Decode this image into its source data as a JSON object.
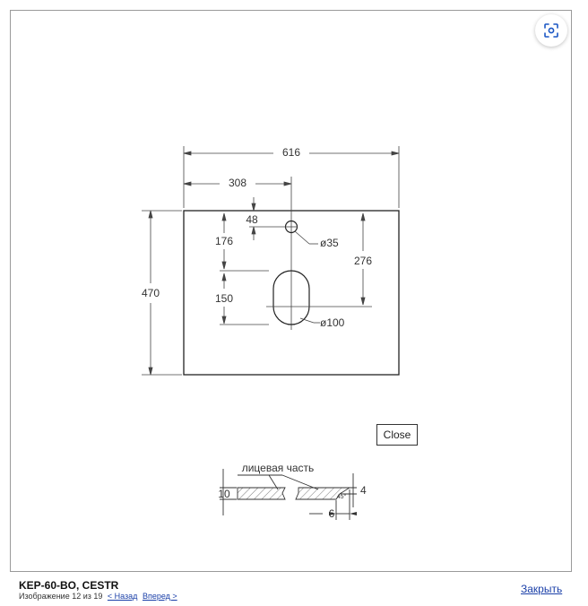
{
  "viewer": {
    "close_button_label": "Close",
    "caption_title": "KEP-60-BO, CESTR",
    "counter_text": "Изображение 12 из 19",
    "prev_label": "< Назад",
    "next_label": "Вперед >",
    "close_link_label": "Закрыть"
  },
  "drawing": {
    "dim_total_width": "616",
    "dim_half_width": "308",
    "dim_hole_offset": "48",
    "dim_tap_offset": "176",
    "dim_height": "470",
    "dim_basin_offset": "276",
    "dim_basin_length": "150",
    "dim_tap_diameter": "ø35",
    "dim_basin_diameter": "ø100",
    "section_label": "лицевая часть",
    "dim_thickness": "10",
    "dim_edge": "4",
    "dim_bevel_width": "6",
    "dim_angle": "45°"
  }
}
